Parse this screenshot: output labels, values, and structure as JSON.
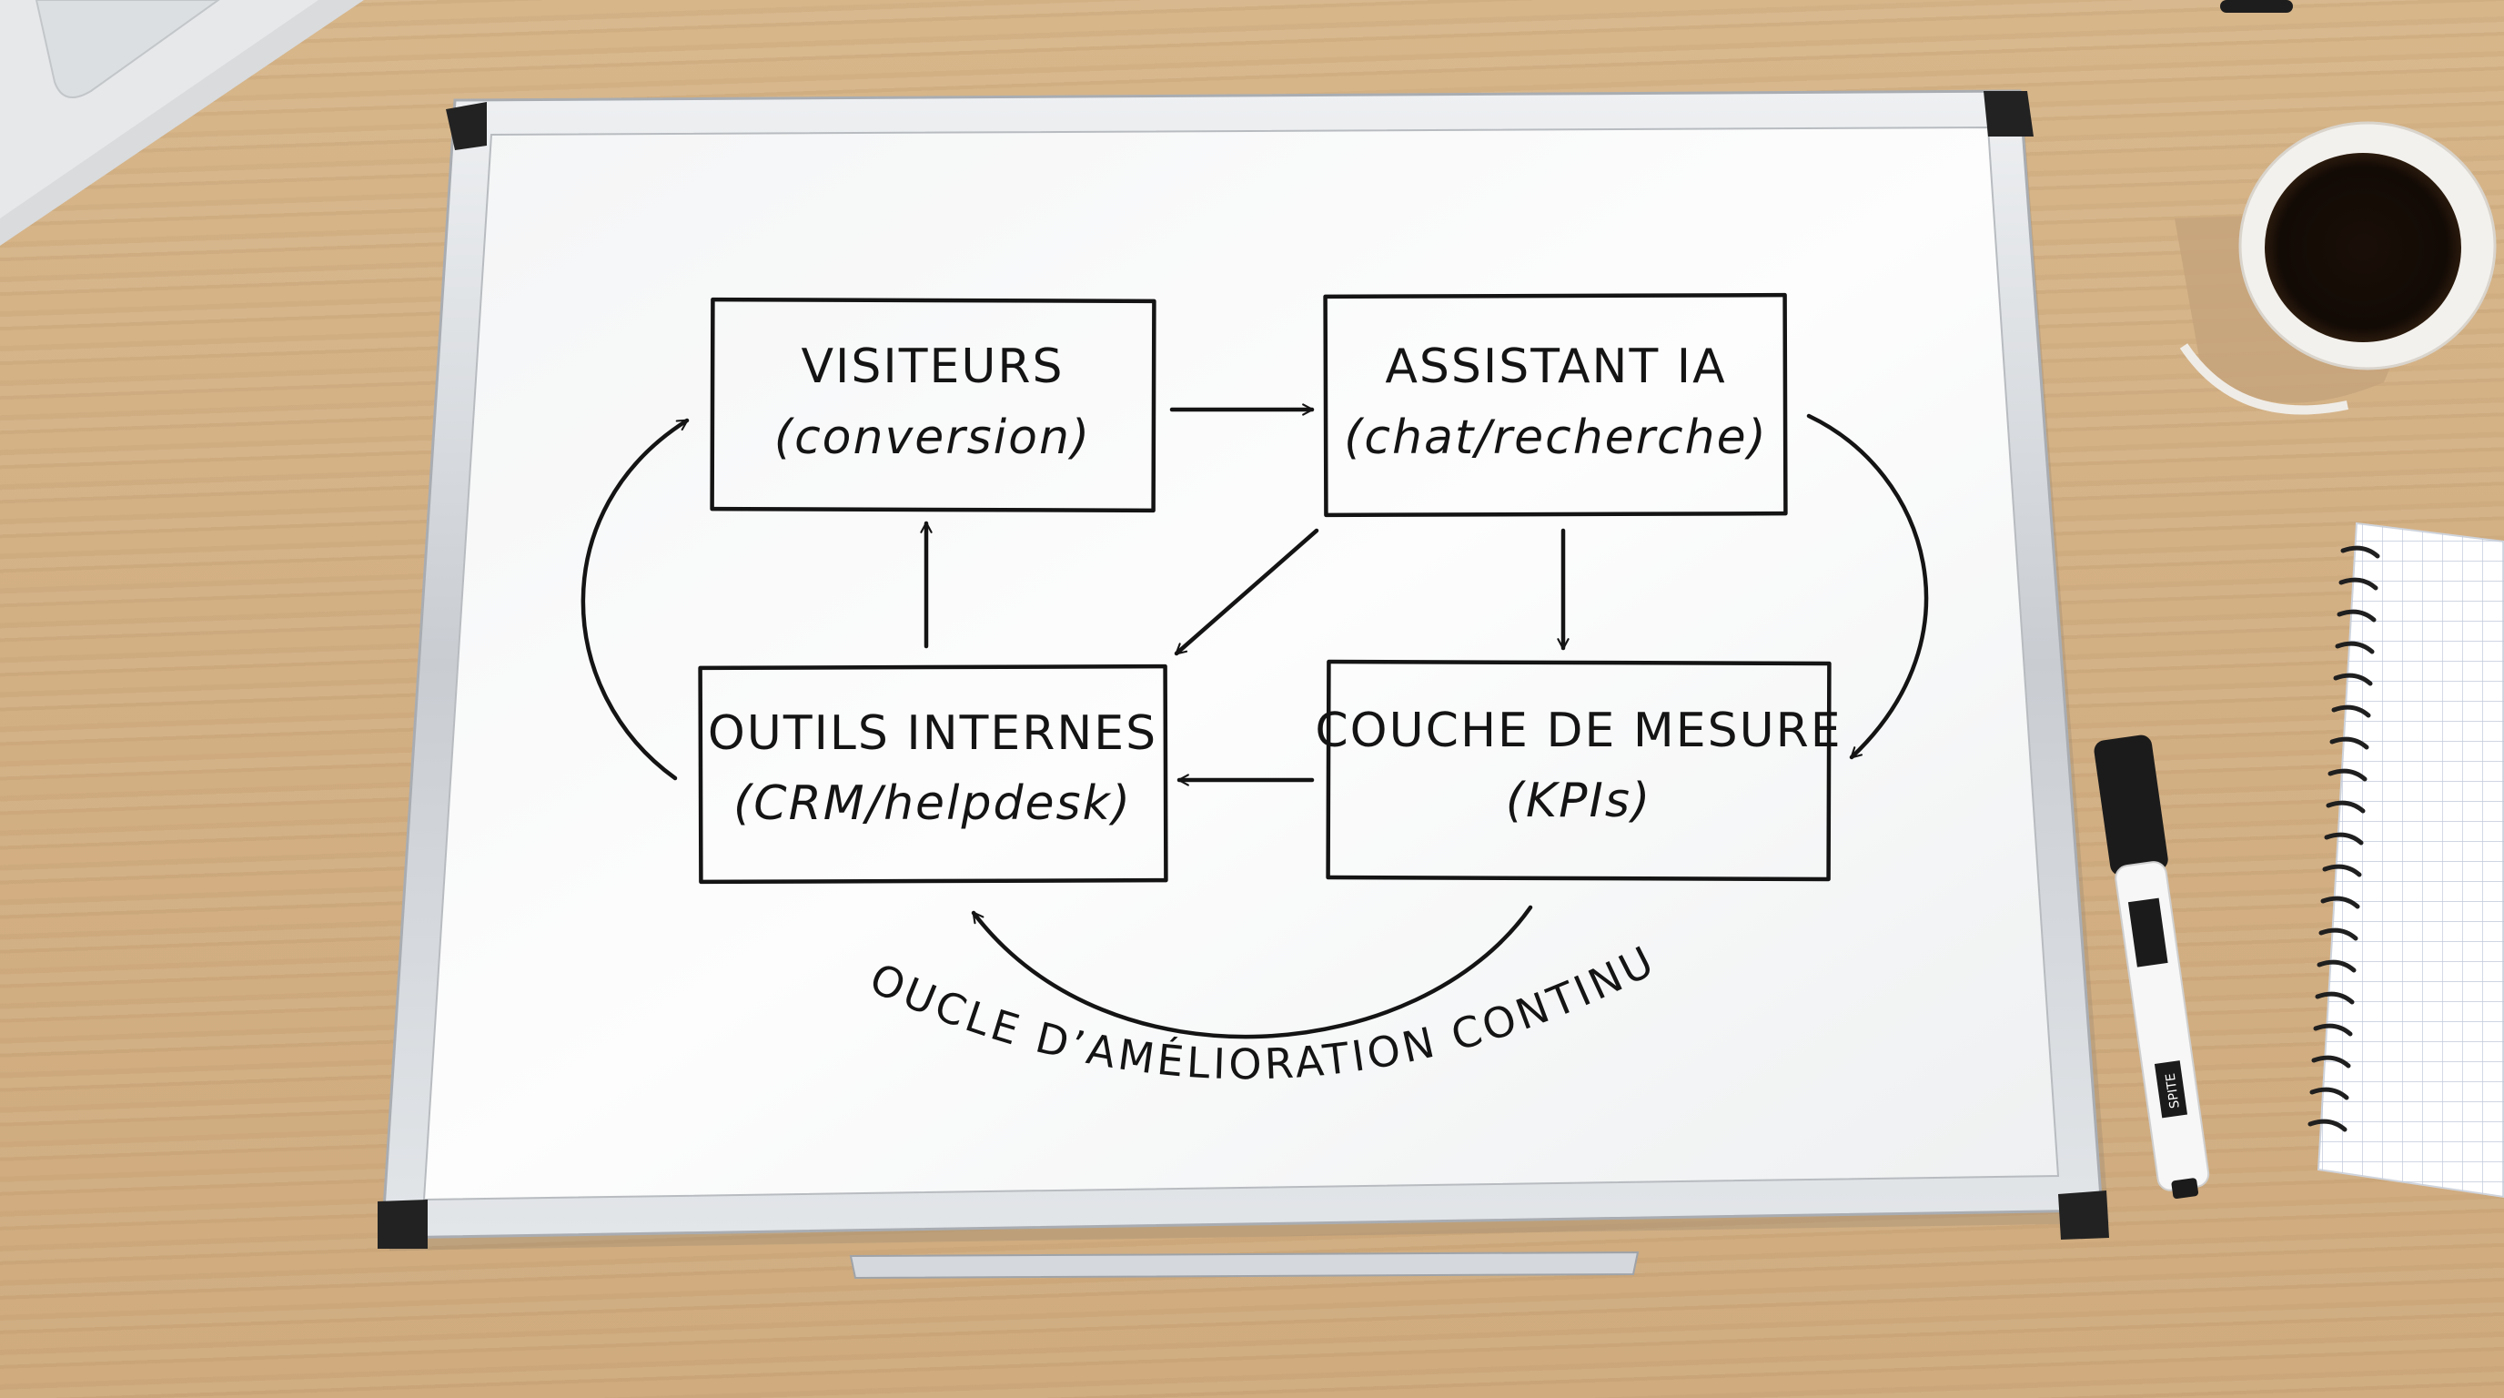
{
  "board": {
    "nodes": [
      {
        "id": "visiteurs",
        "title": "VISITEURS",
        "subtitle": "(conversion)"
      },
      {
        "id": "assistant",
        "title": "ASSISTANT IA",
        "subtitle": "(chat/recherche)"
      },
      {
        "id": "outils",
        "title": "OUTILS INTERNES",
        "subtitle": "(CRM/helpdesk)"
      },
      {
        "id": "mesure",
        "title": "COUCHE DE MESURE",
        "subtitle": "(KPIs)"
      }
    ],
    "edges": [
      {
        "from": "visiteurs",
        "to": "assistant"
      },
      {
        "from": "assistant",
        "to": "mesure"
      },
      {
        "from": "assistant",
        "to": "outils"
      },
      {
        "from": "mesure",
        "to": "outils"
      },
      {
        "from": "outils",
        "to": "visiteurs"
      },
      {
        "from": "assistant",
        "to": "mesure",
        "style": "curved"
      },
      {
        "from": "outils",
        "to": "visiteurs",
        "style": "curved"
      },
      {
        "from": "mesure",
        "to": "outils",
        "style": "curved"
      }
    ],
    "loop_caption": "BOUCLE D’AMÉLIORATION CONTINUE"
  },
  "marker": {
    "brand": "SPITE"
  },
  "colors": {
    "ink": "#141414",
    "board": "#fbfbfb",
    "desk": "#d3b084"
  }
}
